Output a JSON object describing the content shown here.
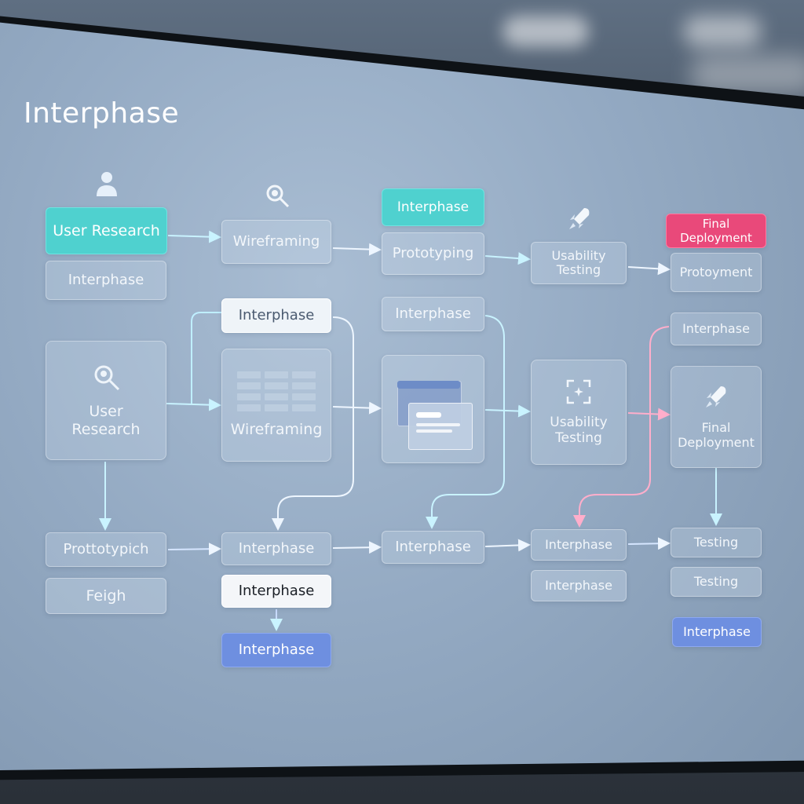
{
  "title": "Interphase",
  "nodes": {
    "user_research_top": "User Research",
    "interphase_under_research": "Interphase",
    "wireframing_top": "Wireframing",
    "interphase_teal": "Interphase",
    "prototyping_top": "Prototyping",
    "usability_testing_top": "Usability Testing",
    "final_deployment_pink": "Final Deployment",
    "protoyment": "Protoyment",
    "interphase_white_mid": "Interphase",
    "interphase_mid_col3": "Interphase",
    "interphase_mid_col5": "Interphase",
    "user_research_big": "User Research",
    "wireframing_big": "Wireframing",
    "usability_testing_big": "Usability Testing",
    "final_deployment_big": "Final Deployment",
    "prottotypich": "Prottotypich",
    "feigh": "Feigh",
    "interphase_row3_col2": "Interphase",
    "interphase_row3_col3": "Interphase",
    "interphase_row3_col4": "Interphase",
    "testing_row3": "Testing",
    "interphase_white_bold": "Interphase",
    "interphase_row4_col4": "Interphase",
    "testing_row4": "Testing",
    "interphase_blue_col2": "Interphase",
    "interphase_blue_col5": "Interphase"
  },
  "colors": {
    "teal": "#4fd1cf",
    "pink": "#e9497a",
    "blue": "#6e8fe0",
    "connector": "#eaf4ff",
    "connector_cyan": "#bfefff",
    "connector_pink": "#ff9ec0"
  },
  "icons": [
    "user-icon",
    "magnifier-icon",
    "rocket-icon",
    "grid-icon",
    "windows-icon",
    "scan-icon"
  ]
}
